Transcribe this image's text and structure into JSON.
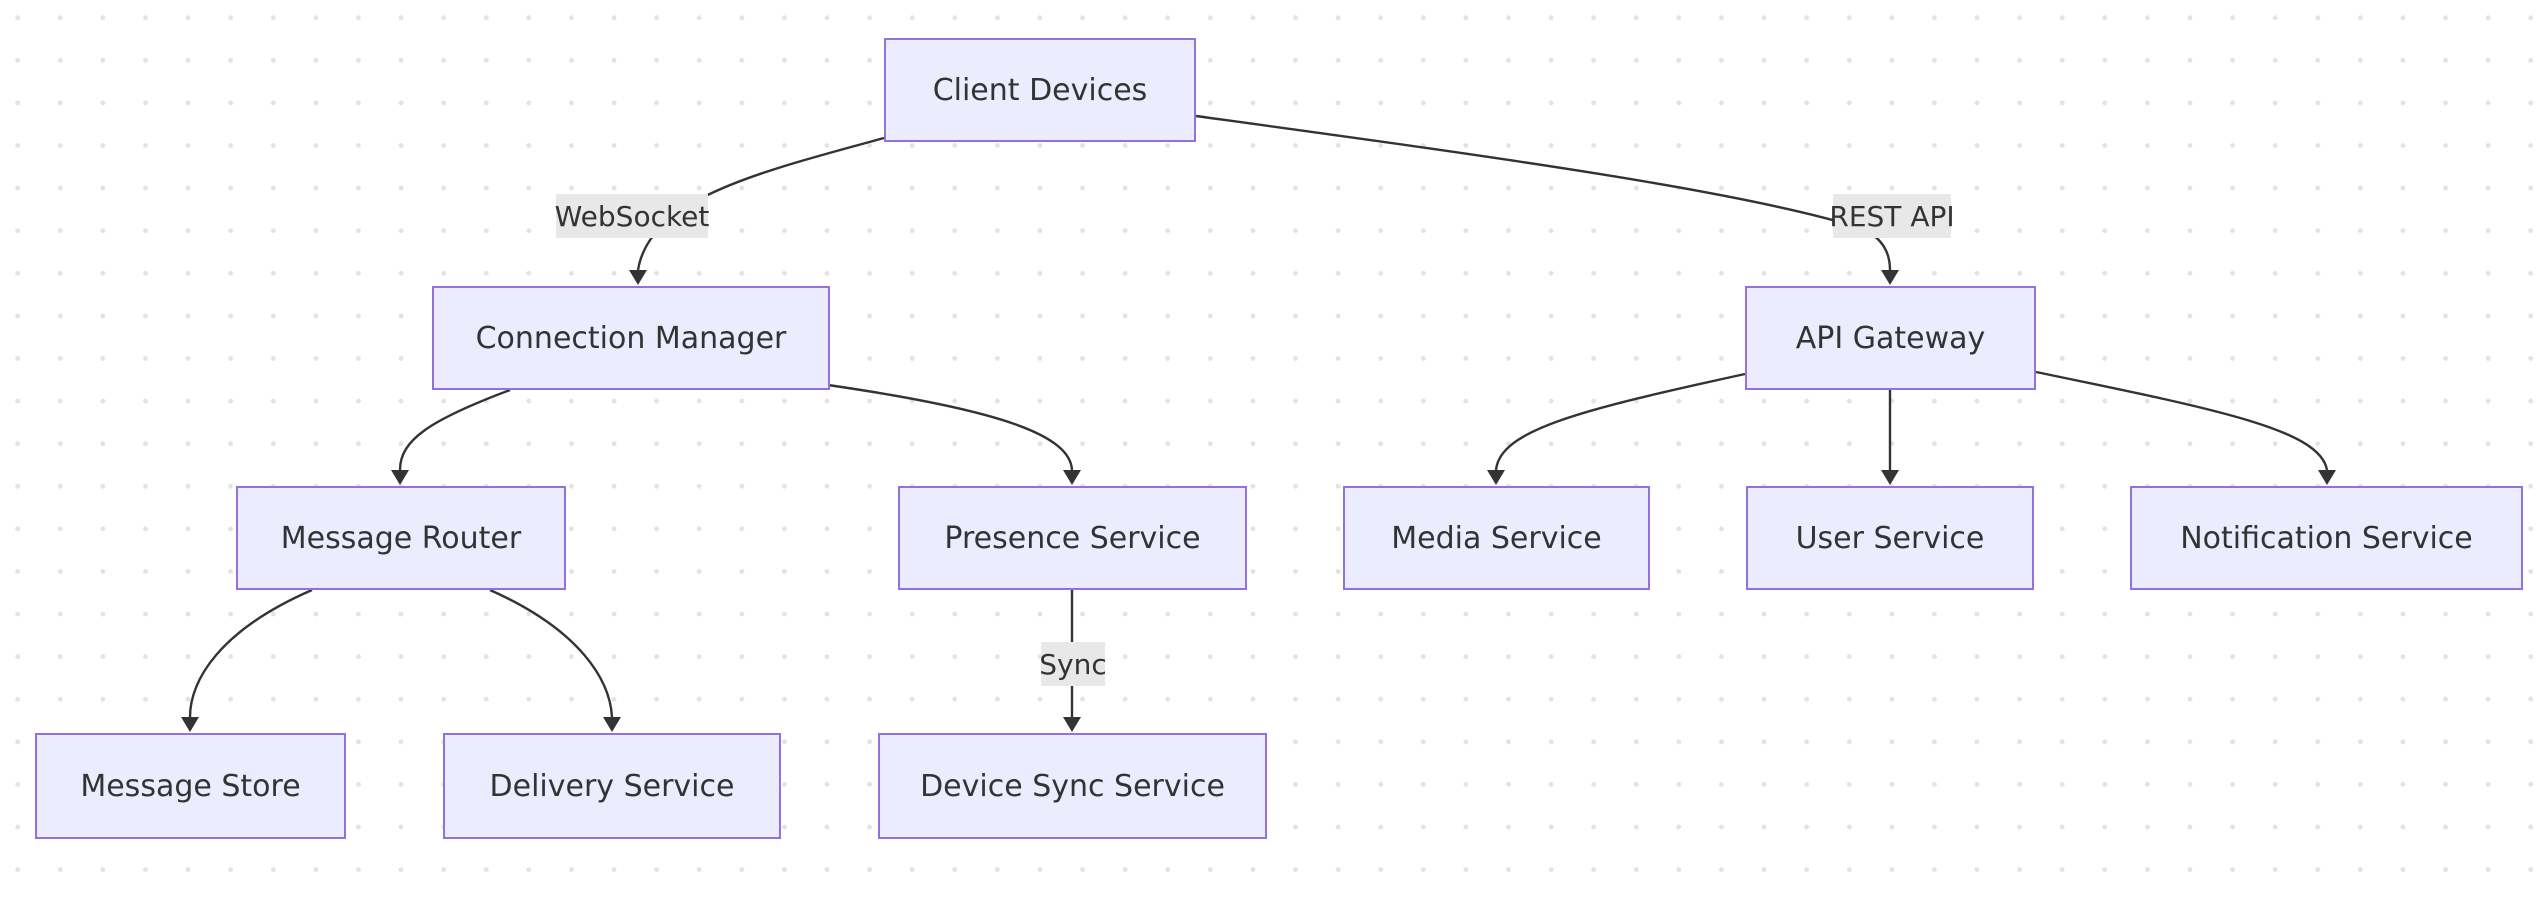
{
  "diagram": {
    "nodes": {
      "client_devices": "Client Devices",
      "connection_manager": "Connection Manager",
      "api_gateway": "API Gateway",
      "message_router": "Message Router",
      "presence_service": "Presence Service",
      "media_service": "Media Service",
      "user_service": "User Service",
      "notification_service": "Notification Service",
      "message_store": "Message Store",
      "delivery_service": "Delivery Service",
      "device_sync_service": "Device Sync Service"
    },
    "edge_labels": {
      "websocket": "WebSocket",
      "rest_api": "REST API",
      "sync": "Sync"
    },
    "edges": [
      {
        "from": "client_devices",
        "to": "connection_manager",
        "label": "websocket"
      },
      {
        "from": "client_devices",
        "to": "api_gateway",
        "label": "rest_api"
      },
      {
        "from": "connection_manager",
        "to": "message_router",
        "label": ""
      },
      {
        "from": "connection_manager",
        "to": "presence_service",
        "label": ""
      },
      {
        "from": "message_router",
        "to": "message_store",
        "label": ""
      },
      {
        "from": "message_router",
        "to": "delivery_service",
        "label": ""
      },
      {
        "from": "presence_service",
        "to": "device_sync_service",
        "label": "sync"
      },
      {
        "from": "api_gateway",
        "to": "media_service",
        "label": ""
      },
      {
        "from": "api_gateway",
        "to": "user_service",
        "label": ""
      },
      {
        "from": "api_gateway",
        "to": "notification_service",
        "label": ""
      }
    ],
    "colors": {
      "node_fill": "#ececff",
      "node_border": "#9370db",
      "edge": "#333333",
      "label_bg": "#e8e8e8"
    }
  }
}
